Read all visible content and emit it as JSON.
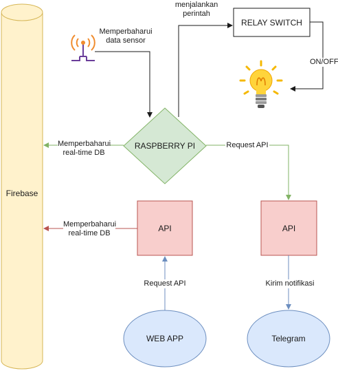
{
  "nodes": {
    "firebase": "Firebase",
    "raspberry": "RASPBERRY PI",
    "relay": "RELAY SWITCH",
    "api_left": "API",
    "api_right": "API",
    "web_app": "WEB APP",
    "telegram": "Telegram"
  },
  "edges": {
    "sensor_update": "Memperbaharui\ndata sensor",
    "run_command": "menjalankan\nperintah",
    "on_off": "ON/OFF",
    "pi_to_db": "Memperbaharui\nreal-time DB",
    "request_api_pi": "Request API",
    "api_to_db": "Memperbaharui\nreal-time DB",
    "request_api_web": "Request API",
    "send_notification": "Kirim notifikasi"
  },
  "icons": {
    "sensor": "antenna-icon",
    "lamp": "lightbulb-icon"
  },
  "colors": {
    "firebase_fill": "#fff2cc",
    "firebase_stroke": "#d6b656",
    "pi_fill": "#d5e8d4",
    "pi_stroke": "#82b366",
    "api_fill": "#f8cecc",
    "api_stroke": "#b85450",
    "client_fill": "#dae8fc",
    "client_stroke": "#6c8ebf",
    "bulb_yellow": "#ffd43b",
    "antenna_purple": "#6a3d9a",
    "antenna_orange": "#f08c2e"
  }
}
